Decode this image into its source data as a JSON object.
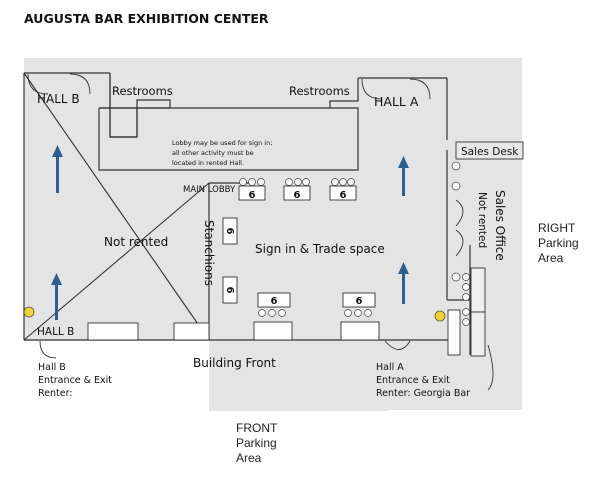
{
  "title": "AUGUSTA BAR EXHIBITION CENTER",
  "hall_b": {
    "top_label": "HALL B",
    "bottom_label": "HALL B",
    "status": "Not rented",
    "entrance_lines": [
      "Hall B",
      "Entrance & Exit",
      "Renter:"
    ]
  },
  "hall_a": {
    "label": "HALL A",
    "entrance_lines": [
      "Hall A",
      "Entrance & Exit",
      "Renter: Georgia Bar"
    ]
  },
  "restrooms_left": "Restrooms",
  "restrooms_right": "Restrooms",
  "lobby_note": [
    "Lobby may be used for sign in;",
    "all other activity must be",
    "located in rented Hall."
  ],
  "main_lobby": "MAIN LOBBY",
  "sign_in": "Sign in & Trade space",
  "stanchions": "Stanchions",
  "building_front": "Building Front",
  "sales_desk": "Sales Desk",
  "sales_office": "Sales Office",
  "not_rented_office": "Not rented",
  "table_numbers": {
    "top1": "6",
    "top2": "6",
    "top3": "6",
    "side1": "6",
    "side2": "6",
    "mid1": "6",
    "mid2": "6"
  },
  "right_parking": [
    "RIGHT",
    "Parking",
    "Area"
  ],
  "front_parking": [
    "FRONT",
    "Parking",
    "Area"
  ],
  "colors": {
    "arrow": "#2a5f8f",
    "wall": "#333333",
    "floor": "#e4e4e4",
    "yellow_marker": "#f2d230"
  }
}
